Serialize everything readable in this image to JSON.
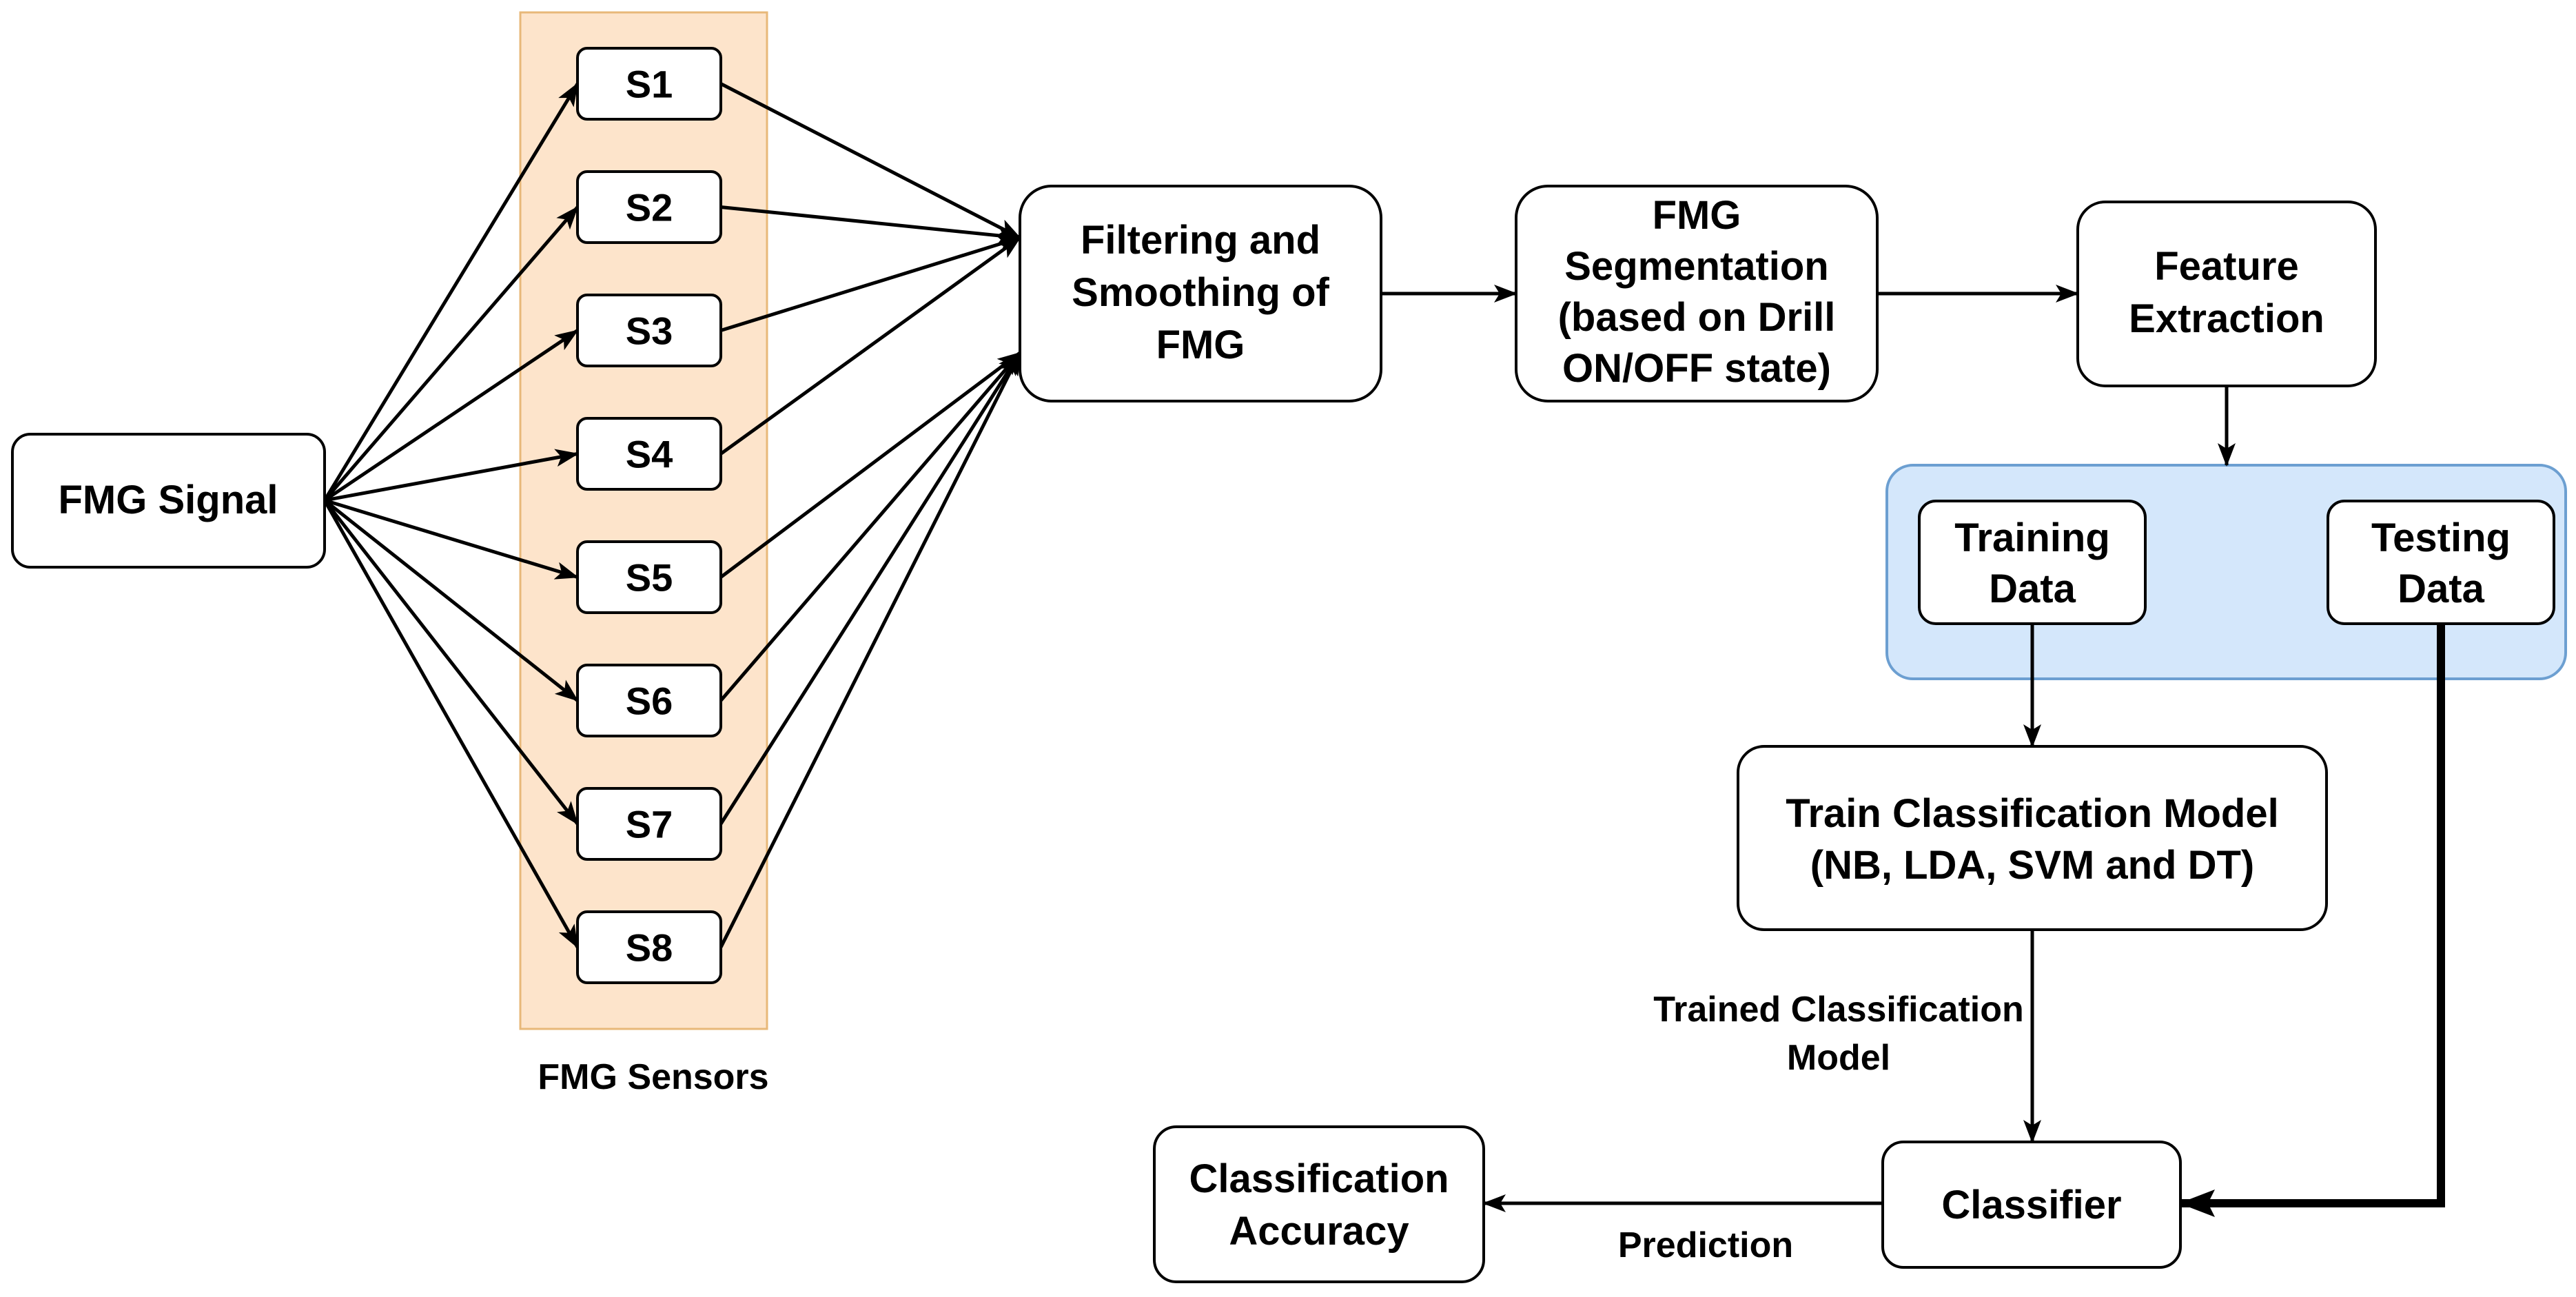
{
  "colors": {
    "sensor_panel_fill": "#fde4cb",
    "sensor_panel_stroke": "#e8b879",
    "data_panel_fill": "#d4e7fb",
    "data_panel_stroke": "#6c9fd1",
    "line": "#000000"
  },
  "nodes": {
    "fmg_signal": "FMG Signal",
    "sensors": [
      "S1",
      "S2",
      "S3",
      "S4",
      "S5",
      "S6",
      "S7",
      "S8"
    ],
    "sensors_caption": "FMG Sensors",
    "filtering": [
      "Filtering and",
      "Smoothing of",
      "FMG"
    ],
    "segmentation": [
      "FMG",
      "Segmentation",
      "(based on Drill",
      "ON/OFF state)"
    ],
    "feature_extraction": [
      "Feature",
      "Extraction"
    ],
    "training_data": [
      "Training",
      "Data"
    ],
    "testing_data": [
      "Testing",
      "Data"
    ],
    "train_model": [
      "Train Classification Model",
      "(NB, LDA, SVM and DT)"
    ],
    "classifier": "Classifier",
    "accuracy": [
      "Classification",
      "Accuracy"
    ]
  },
  "edge_labels": {
    "trained_model": [
      "Trained Classification",
      "Model"
    ],
    "prediction": "Prediction"
  }
}
